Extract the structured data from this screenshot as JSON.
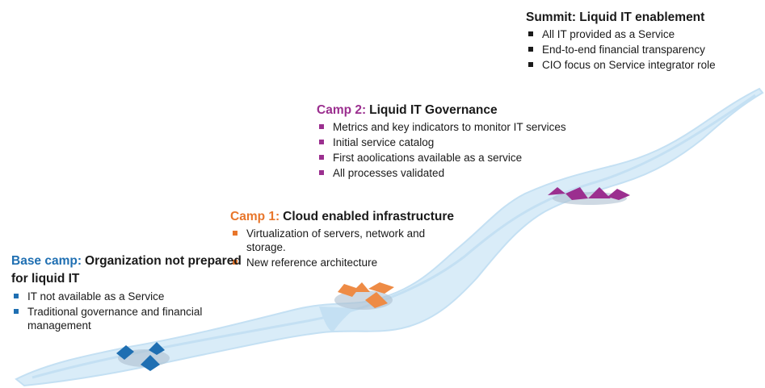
{
  "colors": {
    "summit": "#1a1a1a",
    "camp2": "#9b2f8f",
    "camp1": "#e8762b",
    "base": "#1f6fb2",
    "river": "#d9ecf8",
    "river_edge": "#c4e0f3",
    "tent_purple": "#9b2f8f",
    "tent_orange": "#ee8b45",
    "tent_blue": "#1f6fb2",
    "tent_shadow": "#aebfd0"
  },
  "summit": {
    "prefix": "",
    "title": "Summit: Liquid IT enablement",
    "bullets": [
      "All IT provided as a Service",
      "End-to-end financial transparency",
      "CIO focus on Service integrator role"
    ]
  },
  "camp2": {
    "prefix": "Camp 2:",
    "title": "Liquid IT Governance",
    "bullets": [
      "Metrics and key indicators to monitor IT services",
      "Initial service catalog",
      "First aoolications available as a service",
      "All processes validated"
    ]
  },
  "camp1": {
    "prefix": "Camp 1:",
    "title": "Cloud enabled infrastructure",
    "bullets": [
      "Virtualization of servers, network and storage.",
      "New reference architecture"
    ]
  },
  "base": {
    "prefix": "Base camp:",
    "title": "Organization not prepared for liquid IT",
    "bullets": [
      "IT not available as a Service",
      "Traditional governance and financial management"
    ]
  }
}
